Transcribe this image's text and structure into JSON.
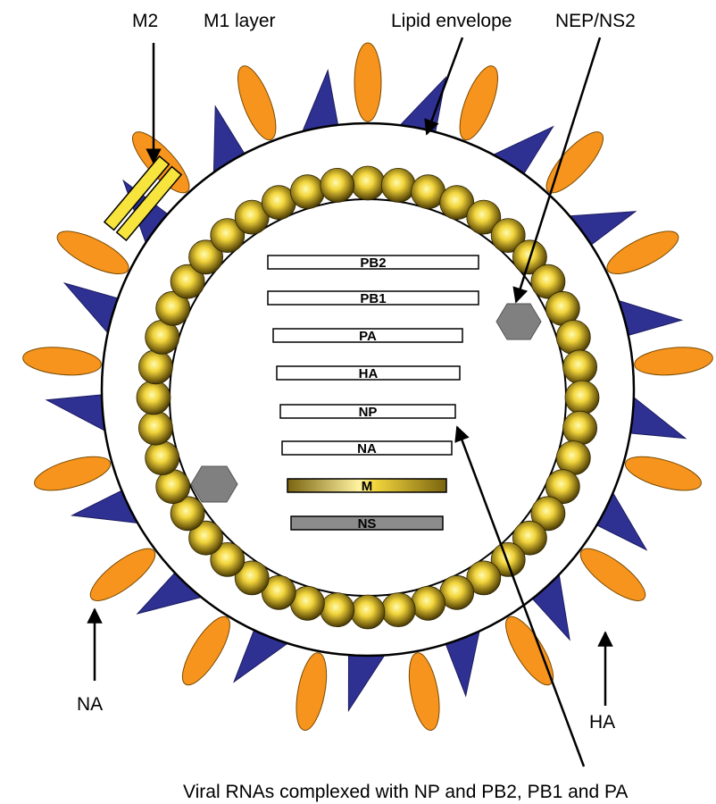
{
  "labels": {
    "m2": "M2",
    "m1_layer": "M1 layer",
    "lipid_envelope": "Lipid envelope",
    "nep_ns2": "NEP/NS2",
    "na": "NA",
    "ha": "HA",
    "caption": "Viral RNAs complexed with NP and PB2, PB1 and PA"
  },
  "segments": [
    {
      "name": "PB2",
      "style": "outline"
    },
    {
      "name": "PB1",
      "style": "outline"
    },
    {
      "name": "PA",
      "style": "outline"
    },
    {
      "name": "HA",
      "style": "outline"
    },
    {
      "name": "NP",
      "style": "outline"
    },
    {
      "name": "NA",
      "style": "outline"
    },
    {
      "name": "M",
      "style": "gold"
    },
    {
      "name": "NS",
      "style": "gray"
    }
  ],
  "colors": {
    "na_spike": "#f7941d",
    "ha_spike": "#2e3192",
    "m1_sphere": "#f2d53c",
    "m2_channel": "#f7e43c",
    "nep_hexagon": "#808080",
    "m_segment": "#c8a20a",
    "ns_segment": "#8c8c8c"
  }
}
